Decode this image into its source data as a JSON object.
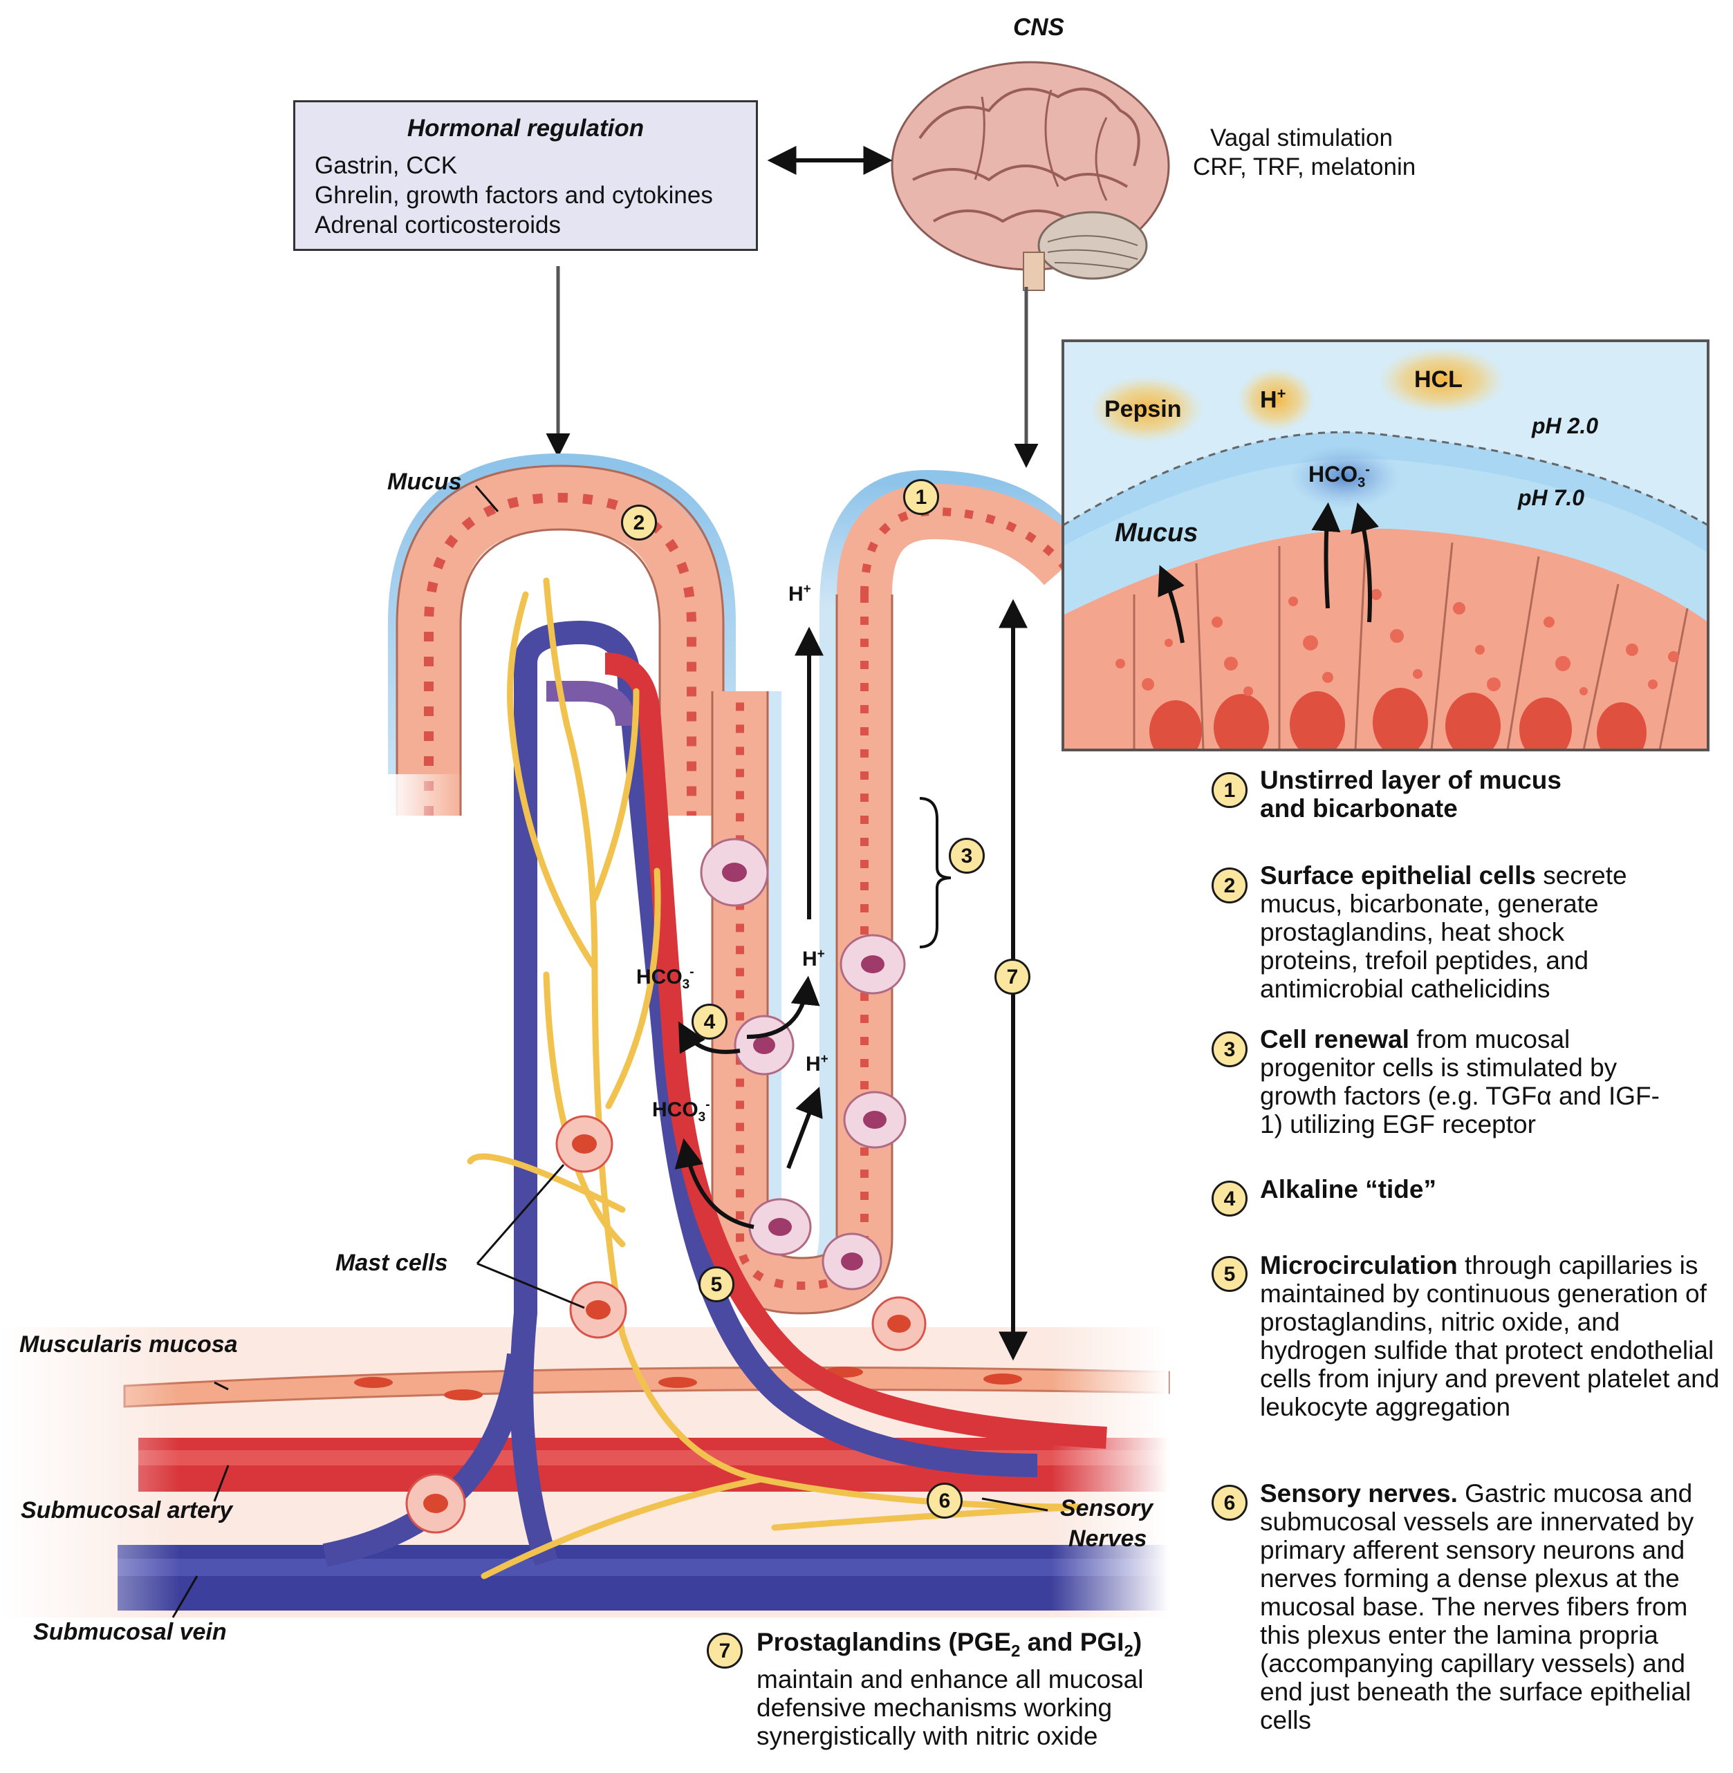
{
  "cns_label": "CNS",
  "hormonal": {
    "title": "Hormonal regulation",
    "lines": [
      "Gastrin, CCK",
      "Ghrelin, growth factors and cytokines",
      "Adrenal corticosteroids"
    ]
  },
  "vagal": {
    "line1": "Vagal stimulation",
    "line2": "CRF, TRF, melatonin"
  },
  "inset": {
    "pepsin": "Pepsin",
    "h_plus": "H",
    "hcl": "HCL",
    "ph_low": "pH 2.0",
    "ph_high": "pH 7.0",
    "hco3": "HCO",
    "mucus": "Mucus"
  },
  "labels": {
    "mucus": "Mucus",
    "mast_cells": "Mast cells",
    "muscularis": "Muscularis mucosa",
    "artery": "Submucosal artery",
    "vein": "Submucosal vein",
    "sensory": "Sensory",
    "nerves": "Nerves",
    "h_plus": "H",
    "hco3": "HCO",
    "plus": "+",
    "minus": "-",
    "sub3": "3"
  },
  "badges": [
    "1",
    "2",
    "3",
    "4",
    "5",
    "6",
    "7"
  ],
  "legend": [
    {
      "num": "1",
      "title": "Unstirred layer of mucus and bicarbonate",
      "body": ""
    },
    {
      "num": "2",
      "title": "Surface epithelial cells",
      "body": " secrete mucus, bicarbonate, generate prostaglandins, heat shock proteins, trefoil peptides, and antimicrobial cathelicidins"
    },
    {
      "num": "3",
      "title": "Cell renewal",
      "body": " from mucosal progenitor cells is stimulated by growth factors (e.g. TGFα and IGF-1) utilizing EGF receptor"
    },
    {
      "num": "4",
      "title": "Alkaline “tide”",
      "body": ""
    },
    {
      "num": "5",
      "title": "Microcirculation",
      "body": " through capillaries is maintained by continuous generation of prostaglandins, nitric oxide, and hydrogen sulfide that protect endothelial cells from injury and prevent platelet and leukocyte aggregation"
    },
    {
      "num": "6",
      "title": "Sensory nerves.",
      "body": " Gastric mucosa and submucosal vessels are innervated by primary afferent sensory neurons and nerves forming a dense plexus at the mucosal base. The nerves fibers from this plexus enter the lamina propria (accompanying capillary vessels) and end just beneath the surface epithelial cells"
    }
  ],
  "legend7": {
    "num": "7",
    "title_a": "Prostaglandins (PGE",
    "sub_a": "2",
    "title_b": " and PGI",
    "sub_b": "2",
    "title_c": ")",
    "body": "maintain and enhance all mucosal defensive mechanisms working synergistically with nitric oxide"
  },
  "colors": {
    "mucus": "#a9d2ee",
    "epithelium": "#f2a78f",
    "nucleus": "#d9534a",
    "artery": "#d8363b",
    "vein": "#4a4aa3",
    "nerve": "#f2c24f",
    "badge": "#fbe6a0",
    "hormone_box": "#e5e4f3",
    "inset_bg": "#d6ecf8"
  }
}
